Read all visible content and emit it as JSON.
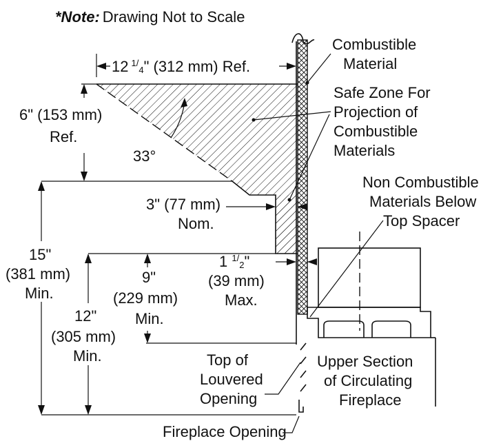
{
  "note": {
    "prefix": "*Note:",
    "text": "Drawing Not to Scale"
  },
  "labels": {
    "width_ref": {
      "a": "12",
      "frac_num": "1",
      "frac_den": "4",
      "b": "\" (312 mm) Ref."
    },
    "combustible": [
      "Combustible",
      "Material"
    ],
    "safe_zone": [
      "Safe Zone For",
      "Projection of",
      "Combustible",
      "Materials"
    ],
    "height_ref": [
      "6\" (153 mm)",
      "Ref."
    ],
    "angle": "33°",
    "non_combustible": [
      "Non Combustible",
      "Materials Below",
      "Top Spacer"
    ],
    "nom": [
      "3\" (77 mm)",
      "Nom."
    ],
    "min15": [
      "15\"",
      "(381 mm)",
      "Min."
    ],
    "max": {
      "a": "1 ",
      "frac_num": "1",
      "frac_den": "2",
      "b": "\"",
      "line2": "(39 mm)",
      "line3": "Max."
    },
    "min9": [
      "9\"",
      "(229 mm)",
      "Min."
    ],
    "min12": [
      "12\"",
      "(305 mm)",
      "Min."
    ],
    "louver": [
      "Top of",
      "Louvered",
      "Opening"
    ],
    "upper": [
      "Upper Section",
      "of Circulating",
      "Fireplace"
    ],
    "fp_opening": "Fireplace Opening"
  }
}
